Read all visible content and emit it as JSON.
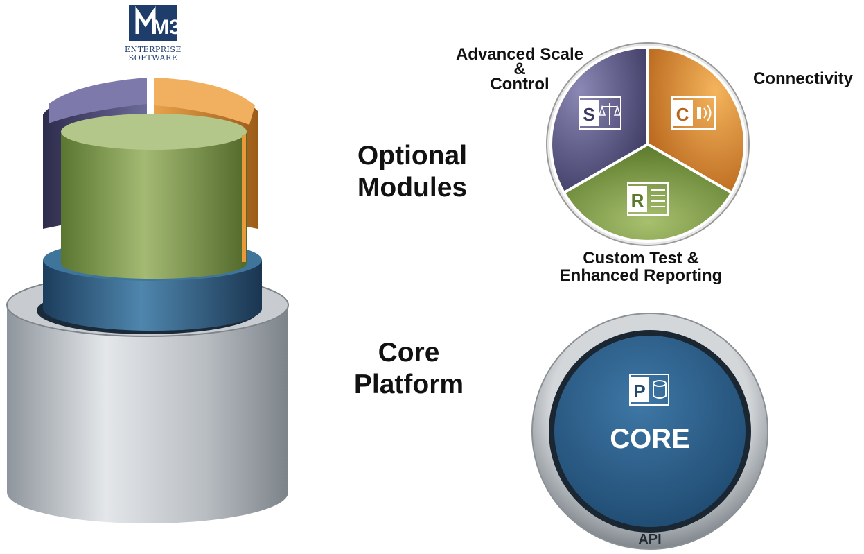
{
  "logo": {
    "mark_text": "M3",
    "line1": "ENTERPRISE",
    "line2": "SOFTWARE"
  },
  "headings": {
    "optional_line1": "Optional",
    "optional_line2": "Modules",
    "core_line1": "Core",
    "core_line2": "Platform"
  },
  "modules": [
    {
      "label_line1": "Advanced Scale",
      "label_line2": "&",
      "label_line3": "Control",
      "icon_letter": "S",
      "icon": "scale-icon",
      "color": "#5d5a8c"
    },
    {
      "label_line1": "Connectivity",
      "icon_letter": "C",
      "icon": "wireless-icon",
      "color": "#e0892c"
    },
    {
      "label_line1": "Custom Test &",
      "label_line2": "Enhanced Reporting",
      "icon_letter": "R",
      "icon": "report-icon",
      "color": "#79963f"
    }
  ],
  "core": {
    "icon_letter": "P",
    "icon": "database-icon",
    "title": "CORE",
    "ring_label": "API",
    "color": "#2f5f8a"
  }
}
